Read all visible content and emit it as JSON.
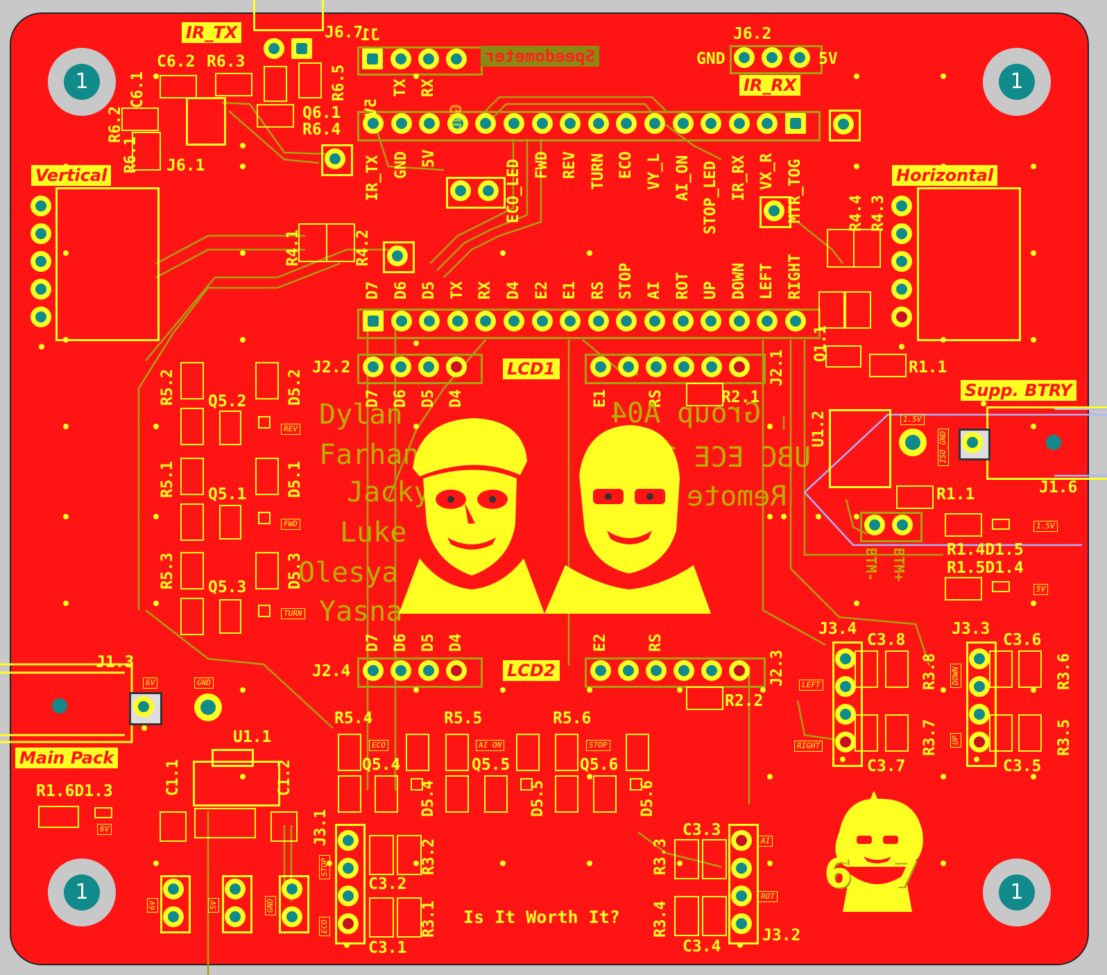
{
  "board": {
    "mounting_hole_label": "1",
    "colors": {
      "copper": "#ff1414",
      "silkscreen": "#ffff22",
      "pad_center": "#108a8a",
      "background": "#c8c8c8",
      "trace_outline": "#a7a010"
    }
  },
  "section_tags": {
    "ir_tx": "IR_TX",
    "ir_rx": "IR_RX",
    "vertical": "Vertical",
    "horizontal": "Horizontal",
    "lcd1": "LCD1",
    "lcd2": "LCD2",
    "supp_btry": "Supp. BTRY",
    "main_pack": "Main Pack",
    "speedometer": "Speedometer"
  },
  "designators": {
    "J6_7": "J6.7",
    "J1": "J1",
    "J6_2": "J6.2",
    "GND_top": "GND",
    "V5_top": "5V",
    "C6_2": "C6.2",
    "R6_3": "R6.3",
    "C6_1": "C6.1",
    "R6_2": "R6.2",
    "R6_1": "R6.1",
    "J6_1": "J6.1",
    "R6_5": "R6.5",
    "Q6_1": "Q6.1",
    "R6_4": "R6.4",
    "R4_1": "R4.1",
    "R4_2": "R4.2",
    "R4_4": "R4.4",
    "R4_3": "R4.3",
    "J2_2": "J2.2",
    "J2_1": "J2.1",
    "R2_1": "R2.1",
    "Q1_1": "Q1.1",
    "R1_1a": "R1.1",
    "U1_2": "U1.2",
    "R1_1b": "R1.1",
    "J1_6": "J1.6",
    "R1_4D1_5": "R1.4D1.5",
    "R1_5D1_4": "R1.5D1.4",
    "R5_2": "R5.2",
    "Q5_2": "Q5.2",
    "D5_2": "D5.2",
    "R5_1": "R5.1",
    "Q5_1": "Q5.1",
    "D5_1": "D5.1",
    "R5_3": "R5.3",
    "Q5_3": "Q5.3",
    "D5_3": "D5.3",
    "J2_4": "J2.4",
    "J2_3": "J2.3",
    "R2_2": "R2.2",
    "J1_3": "J1.3",
    "U1_1": "U1.1",
    "C1_1": "C1.1",
    "C1_2": "C1.2",
    "R1_6D1_3": "R1.6D1.3",
    "R5_4": "R5.4",
    "R5_5": "R5.5",
    "R5_6": "R5.6",
    "Q5_4": "Q5.4",
    "Q5_5": "Q5.5",
    "Q5_6": "Q5.6",
    "D5_4": "D5.4",
    "D5_5": "D5.5",
    "D5_6": "D5.6",
    "J3_1": "J3.1",
    "C3_2": "C3.2",
    "R3_2": "R3.2",
    "C3_1": "C3.1",
    "R3_1": "R3.1",
    "R3_3": "R3.3",
    "C3_3": "C3.3",
    "R3_4": "R3.4",
    "C3_4": "C3.4",
    "J3_2": "J3.2",
    "J3_4": "J3.4",
    "C3_8": "C3.8",
    "R3_8": "R3.8",
    "C3_7": "C3.7",
    "R3_7": "R3.7",
    "J3_3": "J3.3",
    "C3_6": "C3.6",
    "R3_6": "R3.6",
    "C3_5": "C3.5",
    "R3_5": "R3.5"
  },
  "speedometer_pins": [
    "5V",
    "TX",
    "RX",
    "GND"
  ],
  "top_header_labels": [
    "IR_TX",
    "GND",
    "5V",
    "ECO_LED",
    "FWD",
    "REV",
    "TURN",
    "ECO",
    "VY_L",
    "AI_ON",
    "STOP_LED",
    "IR_RX",
    "VX_R",
    "MTR_TOG"
  ],
  "mid_header_labels": [
    "D7",
    "D6",
    "D5",
    "TX",
    "RX",
    "D4",
    "E2",
    "E1",
    "RS",
    "STOP",
    "AI",
    "ROT",
    "UP",
    "DOWN",
    "LEFT",
    "RIGHT"
  ],
  "lcd1_left_labels": [
    "D7",
    "D6",
    "D5",
    "D4"
  ],
  "lcd1_right_labels": [
    "E1",
    "RS"
  ],
  "lcd2_left_labels": [
    "D7",
    "D6",
    "D5",
    "D4"
  ],
  "lcd2_right_labels": [
    "E2",
    "RS"
  ],
  "mini_labels": {
    "rev": "REV",
    "fwd": "FWD",
    "turn": "TURN",
    "eco_top": "ECO",
    "ai_on": "AI ON",
    "stop_top": "STOP",
    "v1_5_pad": "1.5V",
    "iso_gnd": "ISO_GND",
    "v1_5_led": "1.5V",
    "v5_led": "5V",
    "left": "LEFT",
    "right": "RIGHT",
    "down": "DOWN",
    "up": "UP",
    "ai": "AI",
    "rot": "ROT",
    "stop": "STOP",
    "eco": "ECO",
    "v6_j13": "6V",
    "gnd_j13": "GND",
    "v6_led": "6V",
    "v6_hdr": "6V",
    "v5_hdr": "5V",
    "gnd_hdr": "GND",
    "btm_minus": "BTM-",
    "btm_plus": "BTM+"
  },
  "silkscreen_text": {
    "ghost_mirrored_lines": [
      "Group A04",
      "UBC ECE 2025",
      "Remote"
    ],
    "ghost_names": [
      "Dylan",
      "Farhan",
      "Jacky",
      "Luke",
      "Olesya",
      "Yasna"
    ],
    "slogan": "Is It Worth It?",
    "logo_number": "67"
  }
}
